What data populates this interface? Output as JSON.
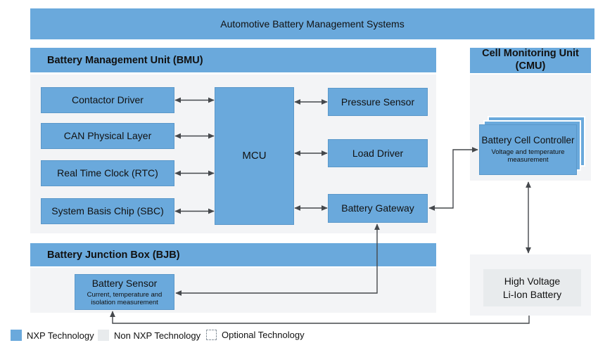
{
  "banner": {
    "title": "Automotive Battery Management Systems"
  },
  "bmu": {
    "title": "Battery Management Unit (BMU)",
    "left_modules": [
      "Contactor Driver",
      "CAN Physical Layer",
      "Real Time Clock (RTC)",
      "System Basis Chip (SBC)"
    ],
    "mcu_label": "MCU",
    "right_modules": [
      "Pressure Sensor",
      "Load Driver",
      "Battery Gateway"
    ]
  },
  "cmu": {
    "title": "Cell Monitoring Unit (CMU)",
    "battery_cell_controller": {
      "title": "Battery Cell Controller",
      "subtitle": "Voltage and temperature measurement"
    }
  },
  "bjb": {
    "title": "Battery Junction Box (BJB)",
    "battery_sensor": {
      "title": "Battery Sensor",
      "subtitle": "Current, temperature and isolation measurement"
    }
  },
  "hv_battery": {
    "line1": "High Voltage",
    "line2": "Li-Ion Battery"
  },
  "legend": {
    "nxp": "NXP Technology",
    "non_nxp": "Non NXP Technology",
    "optional": "Optional Technology"
  },
  "colors": {
    "nxp_blue": "#6aa9dc",
    "panel_gray": "#f3f4f6",
    "non_nxp_gray": "#e8ebed",
    "connector": "#45484c"
  }
}
